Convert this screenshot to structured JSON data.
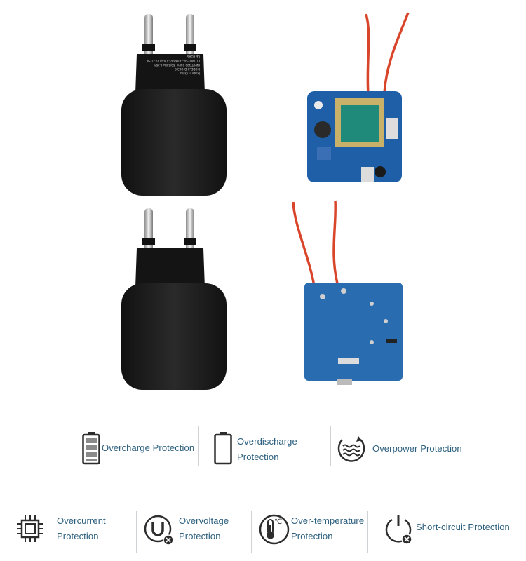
{
  "charger_label_lines": [
    "Made In China",
    "MODEL:HD-QC3.0",
    "INPUT:100-240V~50/60Hz 0.35A",
    "OUTPUT:5V=3.0A/9V=2.0A/12V=1.5A",
    "CE",
    "ROHS"
  ],
  "features_row1": [
    {
      "icon": "battery-icon",
      "label": "Overcharge Protection"
    },
    {
      "icon": "battery-empty-icon",
      "label_lines": [
        "Overdischarge",
        "Protection"
      ]
    },
    {
      "icon": "overpower-wave-icon",
      "label": "Overpower Protection"
    }
  ],
  "features_row2": [
    {
      "icon": "chip-icon",
      "label_lines": [
        "Overcurrent",
        "Protection"
      ]
    },
    {
      "icon": "voltage-u-icon",
      "label_lines": [
        "Overvoltage",
        "Protection"
      ]
    },
    {
      "icon": "thermometer-icon",
      "icon_text": "℃",
      "label_lines": [
        "Over-temperature",
        "Protection"
      ]
    },
    {
      "icon": "power-short-icon",
      "label": "Short-circuit Protection"
    }
  ],
  "colors": {
    "label_text": "#2c5f7e",
    "icon_stroke": "#2d2d2d",
    "charger_body": "#1c1c1c",
    "pcb_blue": "#1f5fa8",
    "wire_red": "#d9452a"
  }
}
